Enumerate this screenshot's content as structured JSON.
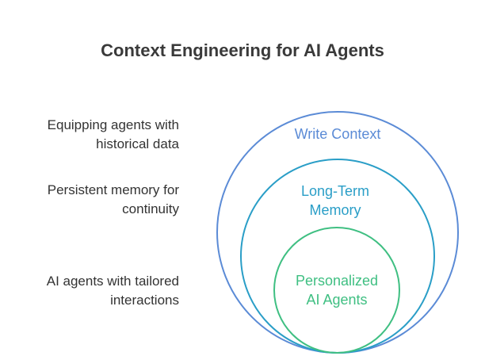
{
  "title": "Context Engineering for AI Agents",
  "descriptions": [
    {
      "lines": [
        "Equipping agents with",
        "historical data"
      ]
    },
    {
      "lines": [
        "Persistent memory for",
        "continuity"
      ]
    },
    {
      "lines": [
        "AI agents with tailored",
        "interactions"
      ]
    }
  ],
  "circles": [
    {
      "lines": [
        "Write Context"
      ],
      "color": "#5b8bd6"
    },
    {
      "lines": [
        "Long-Term",
        "Memory"
      ],
      "color": "#2a9ec7"
    },
    {
      "lines": [
        "Personalized",
        "AI Agents"
      ],
      "color": "#3fbf82"
    }
  ]
}
